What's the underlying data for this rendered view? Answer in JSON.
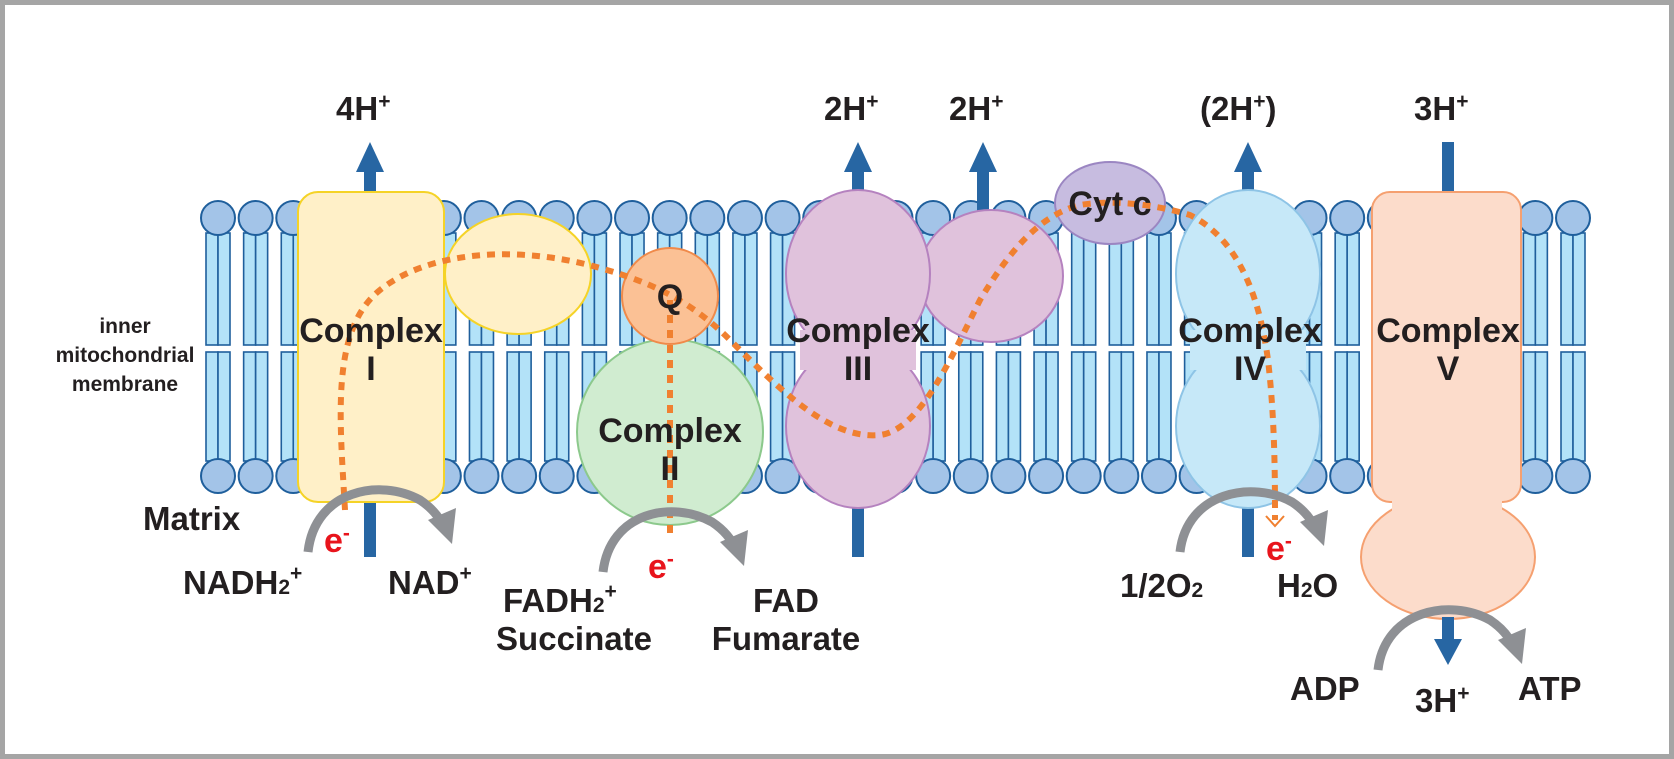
{
  "diagram": {
    "title": "Electron transport chain in the inner mitochondrial membrane",
    "membrane_label": [
      "inner",
      "mitochondrial",
      "membrane"
    ],
    "matrix_label": "Matrix",
    "colors": {
      "lipid_head": "#a3c4e8",
      "lipid_stroke": "#1f5f9c",
      "lipid_tail": "#b3e2f8",
      "proton_arrow": "#2766a3",
      "electron_path": "#f08030",
      "electron_label": "#e8141c",
      "reaction_arrow": "#8e9094",
      "complex_I": "#fff0c8",
      "complex_I_stroke": "#f5d327",
      "q": "#fbc195",
      "q_stroke": "#f08a4a",
      "complex_II": "#d0ecd0",
      "complex_II_stroke": "#8cc98c",
      "complex_III": "#e0c2dc",
      "complex_III_stroke": "#b582bf",
      "cyt_c": "#c7bce0",
      "cyt_c_stroke": "#9b86c2",
      "complex_IV": "#c6e8f8",
      "complex_IV_stroke": "#8ec4e6",
      "complex_V": "#fcdccb",
      "complex_V_stroke": "#f5a070"
    },
    "complexes": [
      {
        "id": "I",
        "name": "Complex",
        "numeral": "I"
      },
      {
        "id": "Q",
        "name": "Q"
      },
      {
        "id": "II",
        "name": "Complex",
        "numeral": "II"
      },
      {
        "id": "III",
        "name": "Complex",
        "numeral": "III"
      },
      {
        "id": "cytc",
        "name": "Cyt c"
      },
      {
        "id": "IV",
        "name": "Complex",
        "numeral": "IV"
      },
      {
        "id": "V",
        "name": "Complex",
        "numeral": "V"
      }
    ],
    "proton_labels": {
      "complex_I": {
        "base": "4H",
        "sup": "+"
      },
      "complex_III_a": {
        "base": "2H",
        "sup": "+"
      },
      "complex_III_b": {
        "base": "2H",
        "sup": "+"
      },
      "complex_IV": {
        "open": "(",
        "base": "2H",
        "sup": "+",
        "close": ")"
      },
      "complex_V_top": {
        "base": "3H",
        "sup": "+"
      },
      "complex_V_bottom": {
        "base": "3H",
        "sup": "+"
      }
    },
    "electron": {
      "base": "e",
      "sup": "-"
    },
    "reactions": {
      "complex_I": {
        "substrate": {
          "base": "NADH",
          "sub": "2",
          "sup": "+"
        },
        "product": {
          "base": "NAD",
          "sup": "+"
        }
      },
      "complex_II": {
        "substrate": {
          "base": "FADH",
          "sub": "2",
          "sup": "+"
        },
        "substrate2": "Succinate",
        "product": "FAD",
        "product2": "Fumarate"
      },
      "complex_IV": {
        "substrate": {
          "base": "1/2O",
          "sub": "2"
        },
        "product": {
          "pre": "H",
          "sub": "2",
          "post": "O"
        }
      },
      "complex_V": {
        "substrate": "ADP",
        "product": "ATP"
      }
    }
  }
}
